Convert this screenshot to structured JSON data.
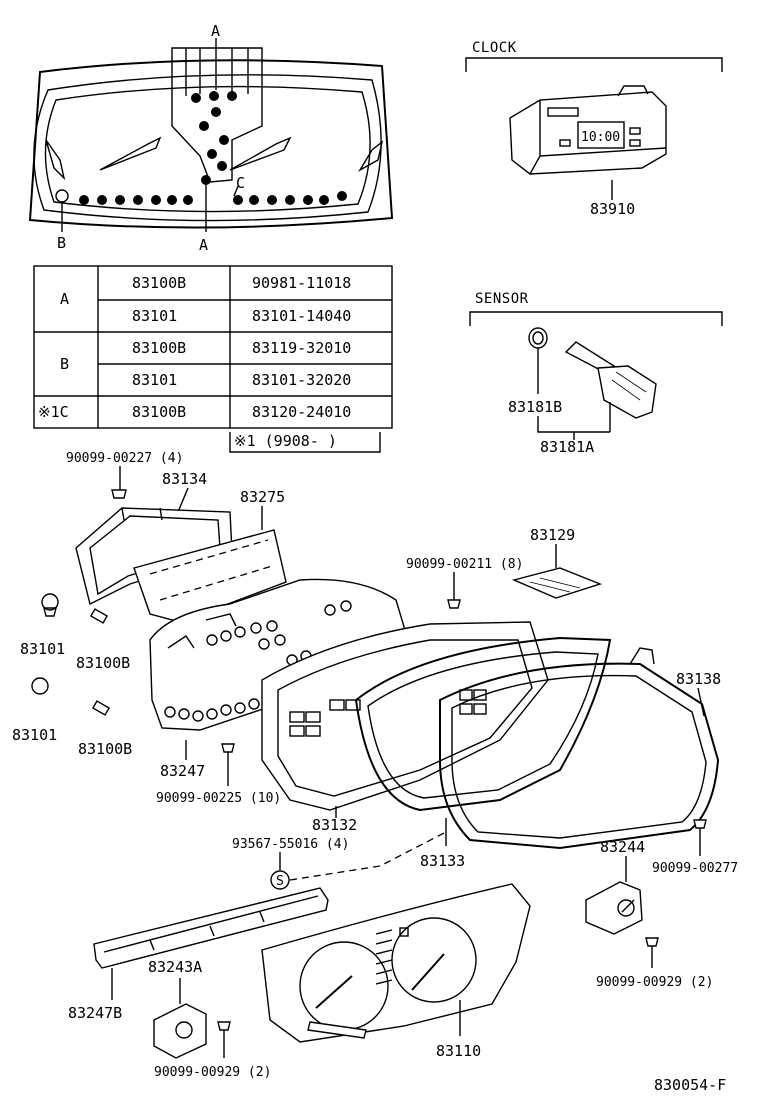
{
  "overview": {
    "marker_a_top": "A",
    "marker_a_bottom": "A",
    "marker_b": "B",
    "marker_c": "C"
  },
  "bulb_table": {
    "rows": [
      {
        "group": "A",
        "part": "83100B",
        "number": "90981-11018"
      },
      {
        "group": "",
        "part": "83101",
        "number": "83101-14040"
      },
      {
        "group": "B",
        "part": "83100B",
        "number": "83119-32010"
      },
      {
        "group": "",
        "part": "83101",
        "number": "83101-32020"
      },
      {
        "group": "※1C",
        "part": "83100B",
        "number": "83120-24010"
      }
    ],
    "footnote": "※1 (9908-      )"
  },
  "clock": {
    "header": "CLOCK",
    "display": "10:00",
    "part": "83910"
  },
  "sensor": {
    "header": "SENSOR",
    "part_b": "83181B",
    "part_a": "83181A"
  },
  "labels": {
    "p90099_00227": "90099-00227 (4)",
    "p83134": "83134",
    "p83275": "83275",
    "p83129": "83129",
    "p90099_00211": "90099-00211 (8)",
    "p83101_a": "83101",
    "p83100b_a": "83100B",
    "p83101_b": "83101",
    "p83100b_b": "83100B",
    "p83247": "83247",
    "p90099_00225": "90099-00225 (10)",
    "p83132": "83132",
    "p83138": "83138",
    "p93567": "93567-55016 (4)",
    "s_mark": "S",
    "p83133": "83133",
    "p83244": "83244",
    "p90099_00277": "90099-00277",
    "p83243a": "83243A",
    "p83247b": "83247B",
    "p90099_00929_l": "90099-00929 (2)",
    "p83110": "83110",
    "p90099_00929_r": "90099-00929 (2)",
    "code": "830054-F"
  }
}
